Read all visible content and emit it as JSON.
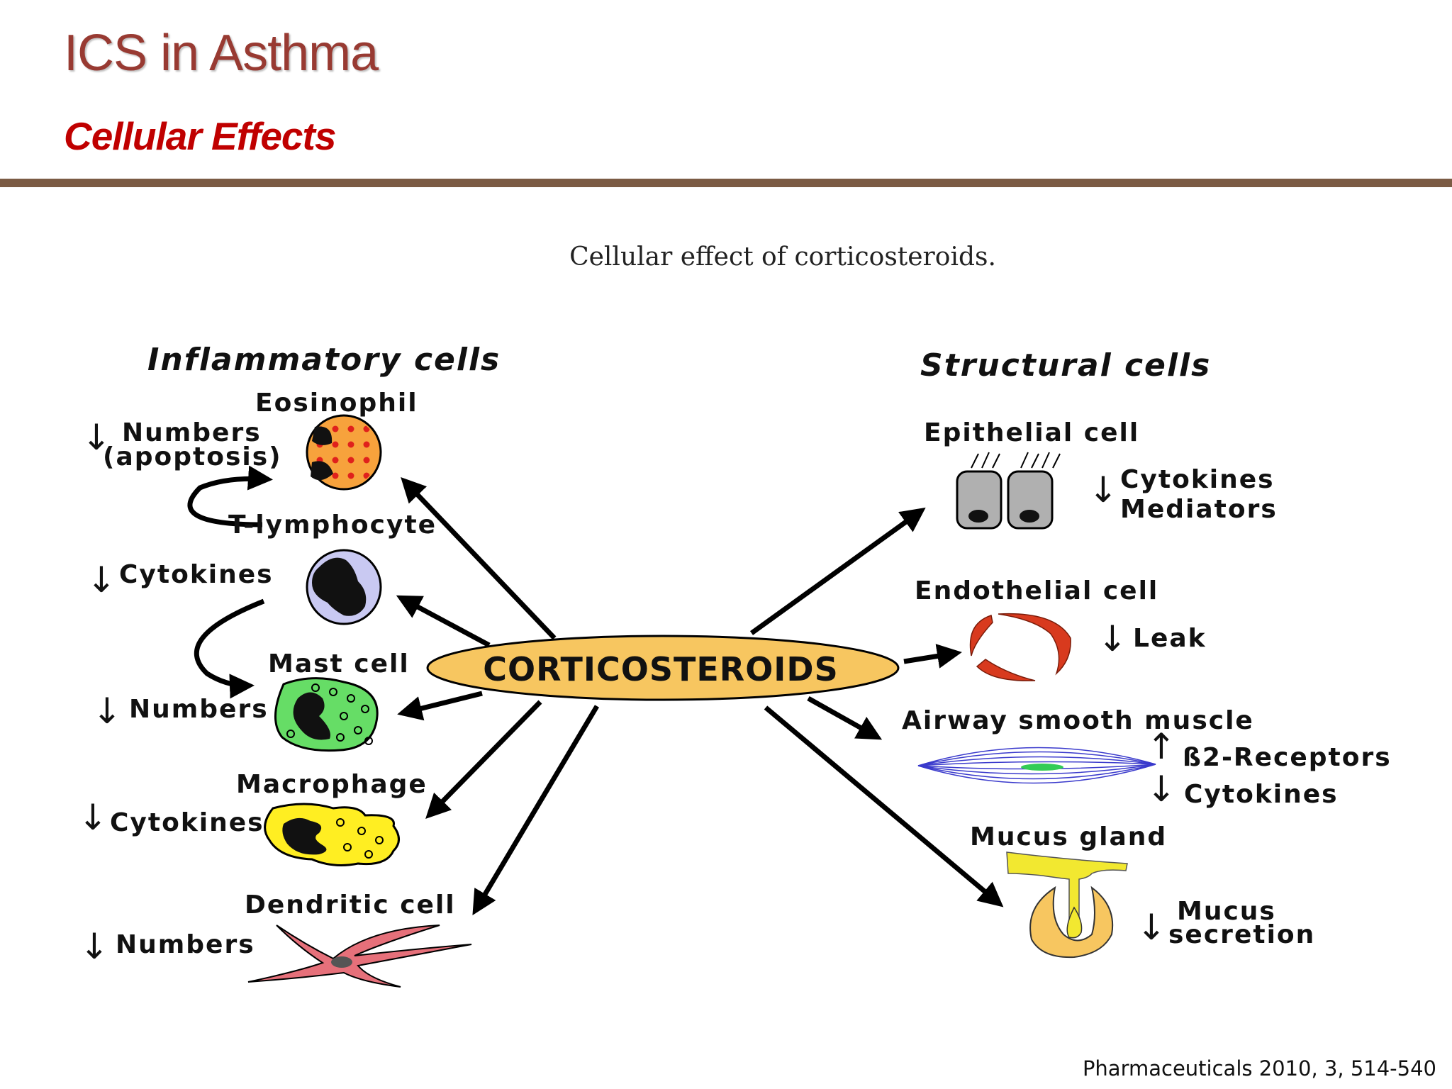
{
  "slide": {
    "title": "ICS in Asthma",
    "subtitle": "Cellular Effects",
    "figure_caption": "Cellular effect of corticosteroids.",
    "citation": "Pharmaceuticals 2010, 3, 514-540"
  },
  "diagram": {
    "center_label": "CORTICOSTEROIDS",
    "inflammatory_header": "Inflammatory cells",
    "structural_header": "Structural cells",
    "inflammatory_cells": [
      {
        "name": "Eosinophil",
        "effect_line1": "Numbers",
        "effect_line2": "(apoptosis)",
        "effect_arrow": "↓"
      },
      {
        "name": "T-lymphocyte",
        "effect_line1": "Cytokines",
        "effect_arrow": "↓"
      },
      {
        "name": "Mast cell",
        "effect_line1": "Numbers",
        "effect_arrow": "↓"
      },
      {
        "name": "Macrophage",
        "effect_line1": "Cytokines",
        "effect_arrow": "↓"
      },
      {
        "name": "Dendritic cell",
        "effect_line1": "Numbers",
        "effect_arrow": "↓"
      }
    ],
    "structural_cells": [
      {
        "name": "Epithelial cell",
        "effect_line1": "Cytokines",
        "effect_line2": "Mediators",
        "effect_arrow": "↓"
      },
      {
        "name": "Endothelial cell",
        "effect_line1": "Leak",
        "effect_arrow": "↓"
      },
      {
        "name": "Airway smooth muscle",
        "effect_line1": "ß2-Receptors",
        "effect_line2": "Cytokines",
        "effect_arrow": "↑",
        "effect_arrow2": "↓"
      },
      {
        "name": "Mucus gland",
        "effect_line1": "Mucus",
        "effect_line2": "secretion",
        "effect_arrow": "↓"
      }
    ]
  },
  "colors": {
    "title": "#983a32",
    "subtitle": "#c00000",
    "rule": "#7b5b44",
    "center_ellipse": "#f7c660",
    "eosinophil": "#f7a23c",
    "lymphocyte": "#c9c9f2",
    "mast_cell": "#66dd66",
    "macrophage": "#ffee22",
    "dendritic": "#e6707a",
    "endothelial": "#d83a1e",
    "mucus_gland": "#f7c660"
  }
}
